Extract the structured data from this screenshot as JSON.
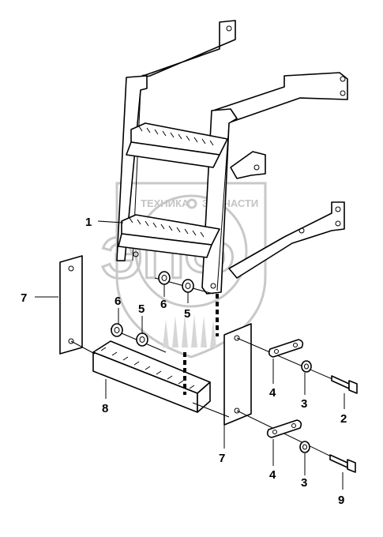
{
  "watermark": {
    "text_left": "ТЕХНИКА",
    "text_right": "ЗАПЧАСТИ",
    "letters": "ЭПФ"
  },
  "callouts": [
    {
      "id": "c1",
      "label": "1"
    },
    {
      "id": "c2",
      "label": "2"
    },
    {
      "id": "c3a",
      "label": "3"
    },
    {
      "id": "c3b",
      "label": "3"
    },
    {
      "id": "c4a",
      "label": "4"
    },
    {
      "id": "c4b",
      "label": "4"
    },
    {
      "id": "c5a",
      "label": "5"
    },
    {
      "id": "c5b",
      "label": "5"
    },
    {
      "id": "c6a",
      "label": "6"
    },
    {
      "id": "c6b",
      "label": "6"
    },
    {
      "id": "c7a",
      "label": "7"
    },
    {
      "id": "c7b",
      "label": "7"
    },
    {
      "id": "c8",
      "label": "8"
    },
    {
      "id": "c9",
      "label": "9"
    }
  ]
}
